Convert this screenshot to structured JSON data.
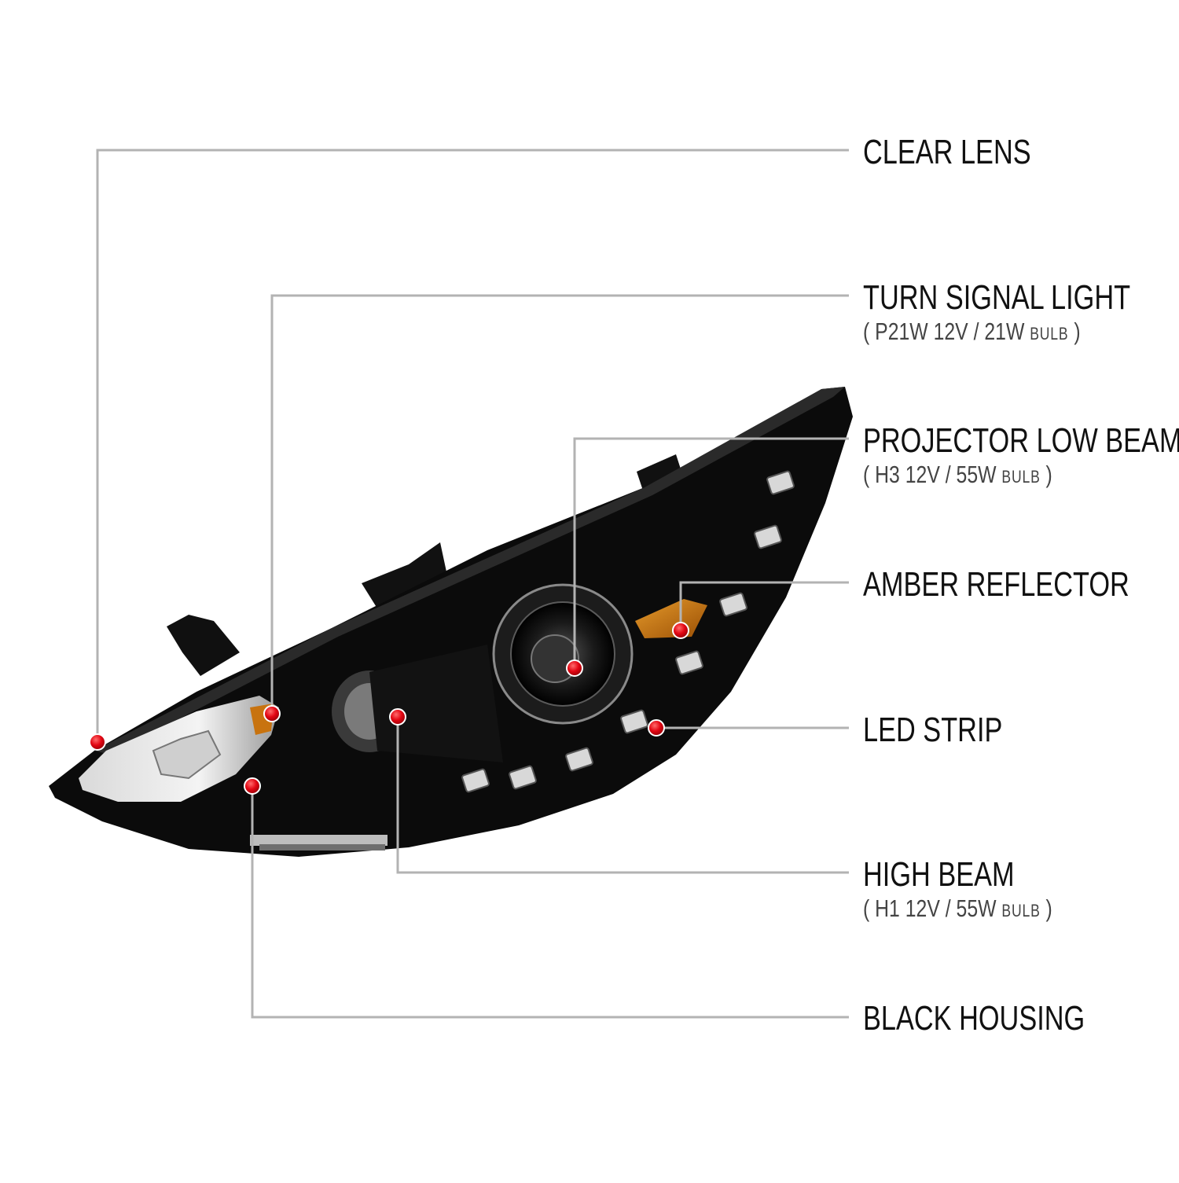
{
  "colors": {
    "background": "#ffffff",
    "leader_line": "#b3b3b3",
    "marker_dot": "#e30613",
    "housing": "#0b0b0b",
    "amber": "#c8730f",
    "text": "#111111"
  },
  "callouts": [
    {
      "id": "clear-lens",
      "title": "CLEAR LENS",
      "spec": ""
    },
    {
      "id": "turn-signal",
      "title": "TURN SIGNAL LIGHT",
      "spec_open": "( ",
      "spec_main": "P21W  12V / 21W ",
      "spec_unit": "BULB",
      "spec_close": " )"
    },
    {
      "id": "projector-low-beam",
      "title": "PROJECTOR LOW BEAM",
      "spec_open": "( ",
      "spec_main": "H3  12V / 55W ",
      "spec_unit": "BULB",
      "spec_close": " )"
    },
    {
      "id": "amber-reflector",
      "title": "AMBER REFLECTOR",
      "spec": ""
    },
    {
      "id": "led-strip",
      "title": "LED STRIP",
      "spec": ""
    },
    {
      "id": "high-beam",
      "title": "HIGH BEAM",
      "spec_open": "( ",
      "spec_main": "H1  12V / 55W ",
      "spec_unit": "BULB",
      "spec_close": " )"
    },
    {
      "id": "black-housing",
      "title": "BLACK HOUSING",
      "spec": ""
    }
  ],
  "icons": {
    "marker": "red-dot-icon",
    "product": "headlight-assembly-icon"
  }
}
